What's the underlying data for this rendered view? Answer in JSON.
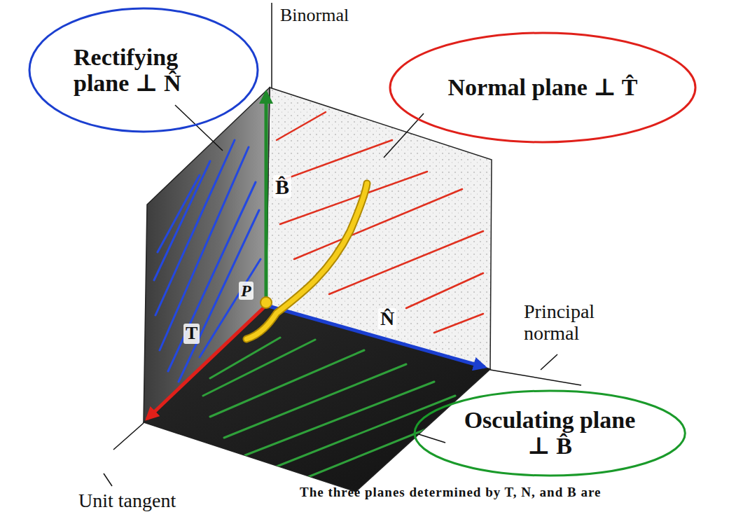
{
  "diagram": {
    "caption": "The three planes determined by T, N, and B are",
    "nodes": [
      {
        "text": [
          "Rectifying plane ⊥ N̂"
        ]
      },
      {
        "text": [
          "Normal plane ⊥ T̂"
        ]
      },
      {
        "text": [
          "Osculating plane ⊥ B̂"
        ]
      }
    ],
    "labels": [
      "Binormal",
      "B̂",
      "P",
      "N̂",
      "T",
      "Principal normal",
      "Unit tangent"
    ]
  }
}
